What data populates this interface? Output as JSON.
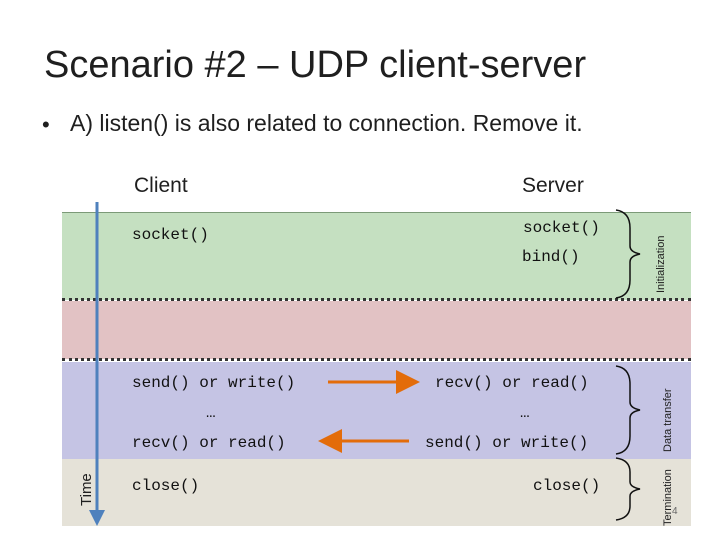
{
  "slide": {
    "title": "Scenario #2 – UDP client-server",
    "bullet_symbol": "•",
    "bullet_prefix": "A) ",
    "bullet_func": "listen()",
    "bullet_rest": " is also related to connection. Remove it.",
    "page_number": "4"
  },
  "columns": {
    "client": "Client",
    "server": "Server"
  },
  "time_label": "Time",
  "phases": {
    "initialization": "Initialization",
    "data_transfer": "Data transfer",
    "termination": "Termination"
  },
  "client_calls": {
    "socket": "socket()",
    "send": "send() or write()",
    "ellipsis": "…",
    "recv": "recv() or read()",
    "close": "close()"
  },
  "server_calls": {
    "socket": "socket()",
    "bind": "bind()",
    "recv": "recv() or read()",
    "ellipsis": "…",
    "send": "send() or write()",
    "close": "close()"
  },
  "colors": {
    "init_band": "#c5e0c1",
    "removed_band": "#e2c2c4",
    "data_band": "#c5c4e4",
    "term_band": "#e5e2d8",
    "arrow": "#e36c0a",
    "time_arrow": "#4f81bd"
  }
}
